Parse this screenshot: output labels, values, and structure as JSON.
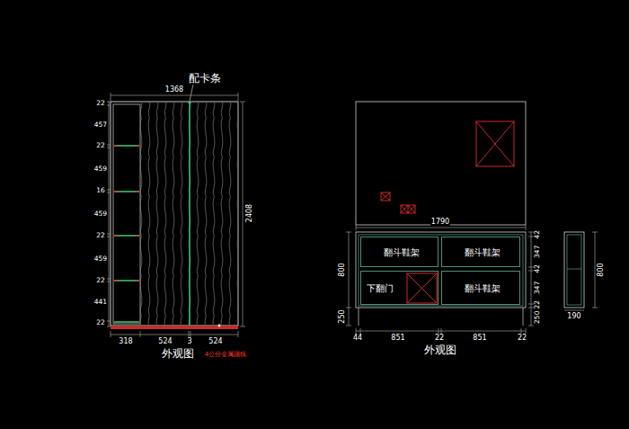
{
  "diagram": {
    "nodes": [
      {
        "text": [
          "翻斗鞋架"
        ]
      },
      {
        "text": [
          "翻斗鞋架"
        ]
      },
      {
        "text": [
          "下翻门"
        ]
      },
      {
        "text": [
          "翻斗鞋架"
        ]
      }
    ],
    "labels": [
      "配卡条",
      "1368",
      "2408",
      "22",
      "457",
      "22",
      "459",
      "16",
      "459",
      "22",
      "459",
      "22",
      "441",
      "22",
      "318",
      "524",
      "3",
      "524",
      "外观图",
      "4公分金属踢线",
      "1790",
      "800",
      "250",
      "44",
      "851",
      "22",
      "851",
      "22",
      "42",
      "347",
      "42",
      "347",
      "22",
      "250",
      "外观图",
      "800",
      "190"
    ]
  }
}
